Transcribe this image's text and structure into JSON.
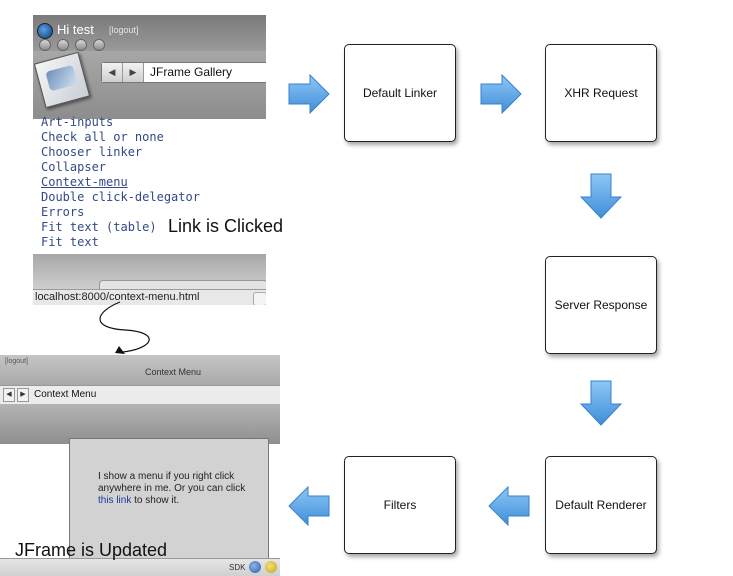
{
  "screenshot_top": {
    "window_title": "Hi test",
    "logout_label": "[logout]",
    "location_label": "JFrame Gallery",
    "links": [
      "Art-inputs",
      "Check all or none",
      "Chooser linker",
      "Collapser",
      "Context-menu",
      "Double click-delegator",
      "Errors",
      "Fit text (table)",
      "Fit text"
    ],
    "status_url": "localhost:8000/context-menu.html",
    "caption": "Link is Clicked"
  },
  "flow": {
    "default_linker": "Default Linker",
    "xhr_request": "XHR Request",
    "server_response": "Server Response",
    "default_renderer": "Default Renderer",
    "filters": "Filters"
  },
  "screenshot_bottom": {
    "logout_label": "[logout]",
    "window_title": "Context Menu",
    "location_label": "Context Menu",
    "panel_text_line1": "I show a menu if you right click",
    "panel_text_line2": "anywhere in me. Or you can click",
    "panel_link": "this link",
    "panel_text_line3_suffix": " to show it.",
    "sdk_label": "SDK",
    "caption": "JFrame is Updated"
  },
  "colors": {
    "arrow_fill": "#5aa8ea",
    "link_color": "#334a86"
  }
}
